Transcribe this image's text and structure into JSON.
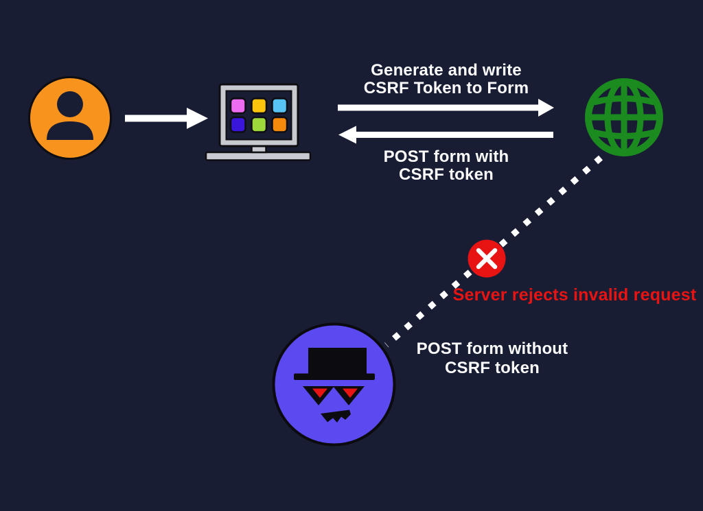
{
  "diagram": {
    "topic": "CSRF token flow",
    "labels": {
      "top_arrow": {
        "line1": "Generate and write",
        "line2": "CSRF Token to Form"
      },
      "return_arrow": {
        "line1": "POST form with",
        "line2": "CSRF token"
      },
      "attacker_request": {
        "line1": "POST form without",
        "line2": "CSRF token"
      },
      "rejection": "Server rejects invalid request"
    },
    "icons": {
      "user": "user-icon",
      "browser": "computer-monitor-icon",
      "server": "globe-icon",
      "attacker": "hacker-spy-icon",
      "reject": "x-circle-icon"
    },
    "colors": {
      "background": "#191d33",
      "text": "#fafafa",
      "rejection_text": "#e81414",
      "arrow": "#ffffff",
      "user": "#f8941d",
      "server_green": "#1b8b20",
      "attacker_purple": "#5b4af0",
      "reject_red": "#e81414",
      "eye_red": "#e81414",
      "monitor_frame": "#c9cad1",
      "outline": "#0d0d12",
      "app_tiles": [
        "#ee6cf2",
        "#fcc40d",
        "#58c4f5",
        "#3a16dd",
        "#9ed93c",
        "#f68a0c"
      ]
    }
  }
}
